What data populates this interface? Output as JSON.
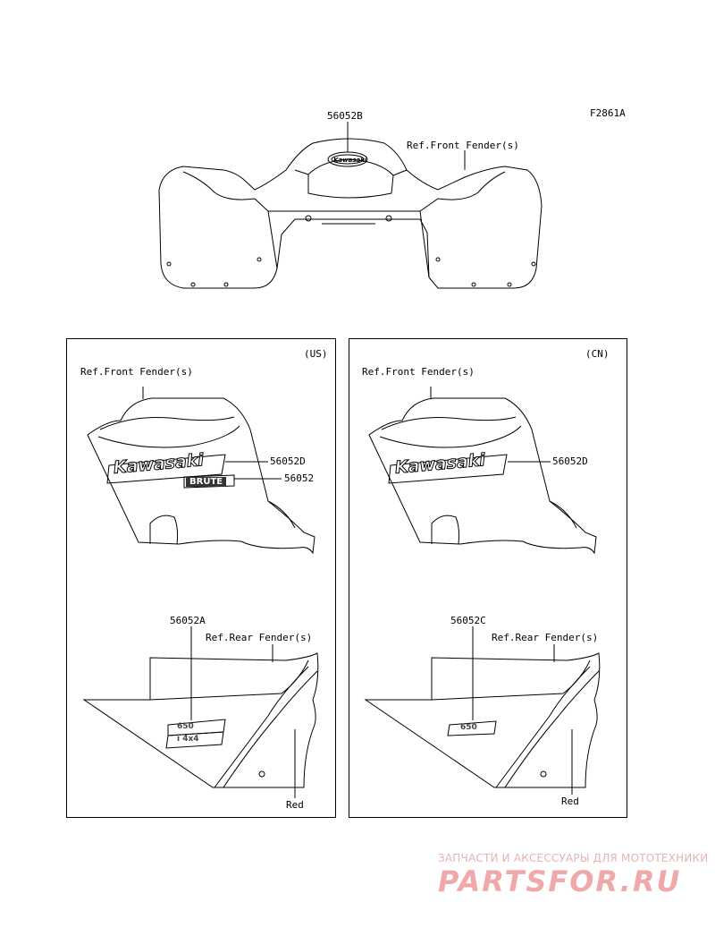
{
  "figure_code": "F2861A",
  "top": {
    "part": "56052B",
    "ref": "Ref.Front Fender(s)",
    "emblem": "Kawasaki"
  },
  "left_panel": {
    "region": "(US)",
    "front_ref": "Ref.Front Fender(s)",
    "part_d": "56052D",
    "part_plain": "56052",
    "logo_text": "Kawasaki",
    "badge_text": "BRUTE",
    "rear_part": "56052A",
    "rear_ref": "Ref.Rear Fender(s)",
    "rear_badge_1": "650",
    "rear_badge_2": "i 4x4",
    "color_note": "Red"
  },
  "right_panel": {
    "region": "(CN)",
    "front_ref": "Ref.Front Fender(s)",
    "part_d": "56052D",
    "logo_text": "Kawasaki",
    "rear_part": "56052C",
    "rear_ref": "Ref.Rear Fender(s)",
    "rear_badge": "650",
    "color_note": "Red"
  },
  "watermark": {
    "tagline": "ЗАПЧАСТИ И АКСЕССУАРЫ ДЛЯ МОТОТЕХНИКИ",
    "site": "PARTSFOR.RU"
  }
}
